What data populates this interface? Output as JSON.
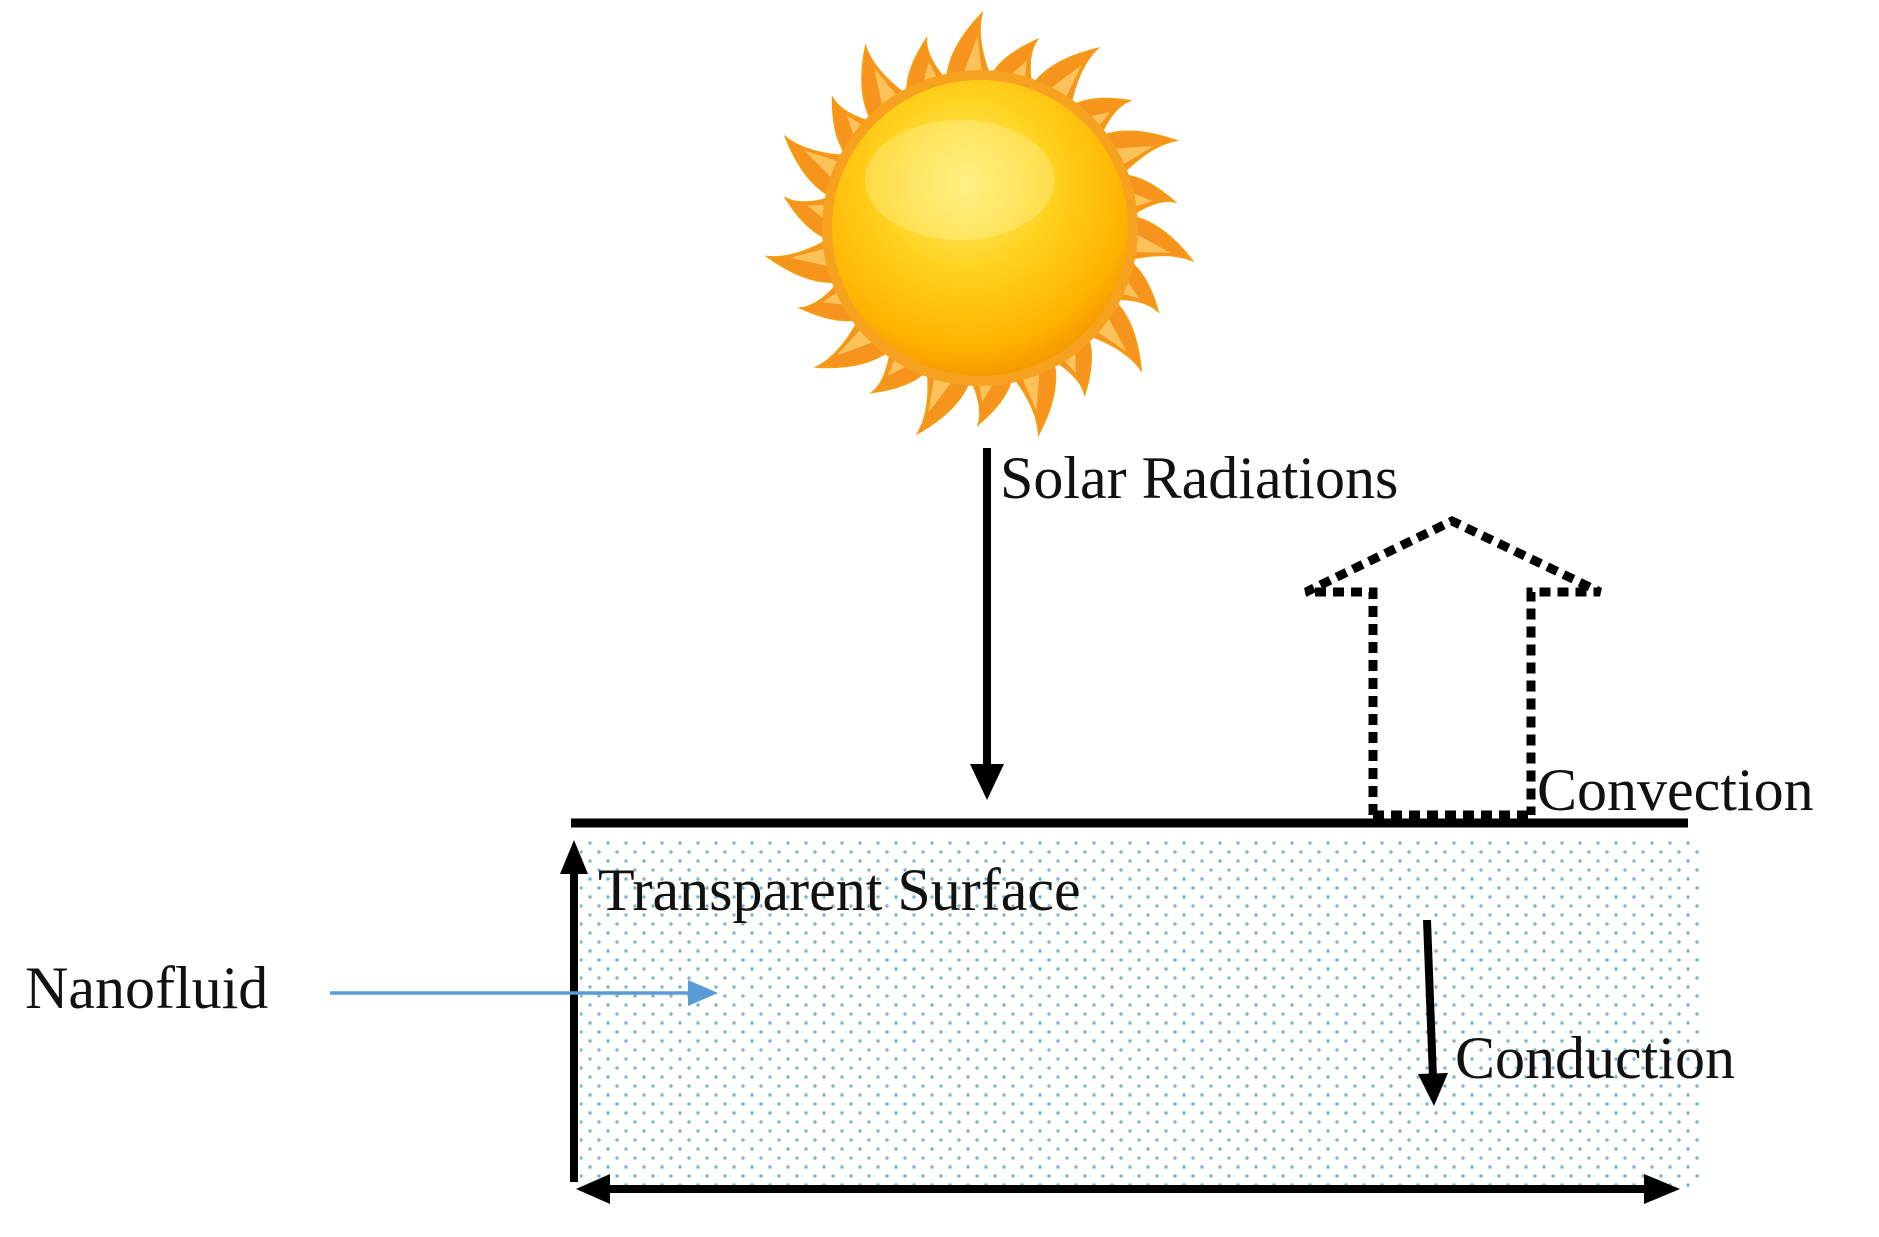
{
  "labels": {
    "solar": "Solar Radiations",
    "convection": "Convection",
    "surface": "Transparent Surface",
    "nanofluid": "Nanofluid",
    "conduction": "Conduction"
  },
  "colors": {
    "ink": "#000000",
    "dots": "#7fb3d3",
    "nanofluid_arrow": "#5b9bd5",
    "sun_core": "#ffd21f",
    "sun_rim": "#f5a623",
    "sun_flame": "#f7941d"
  },
  "icons": {
    "sun": "sun-icon"
  }
}
